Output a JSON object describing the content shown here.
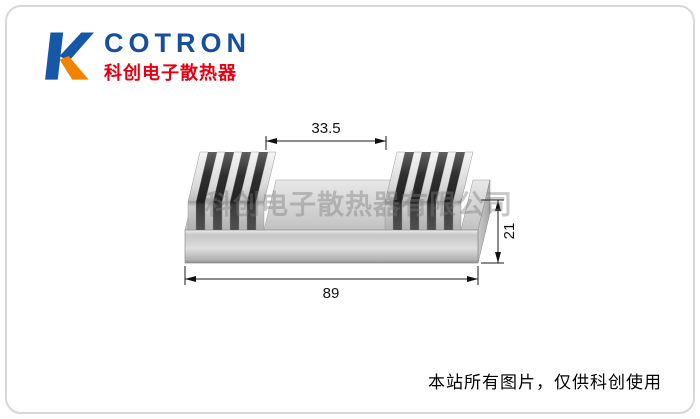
{
  "logo": {
    "brand": "COTRON",
    "subtitle": "科创电子散热器"
  },
  "drawing": {
    "dim_fin_gap": "33.5",
    "dim_width": "89",
    "dim_height": "21"
  },
  "watermark_text": "科创电子散热器有限公司",
  "footer_notice": "本站所有图片，仅供科创使用",
  "colors": {
    "brand_blue": "#164f9e",
    "brand_orange": "#f08300",
    "brand_red": "#e60012",
    "metal_light": "#d9d9d9",
    "metal_dark": "#2e2e2e",
    "dimension_line": "#1a1a1a"
  }
}
